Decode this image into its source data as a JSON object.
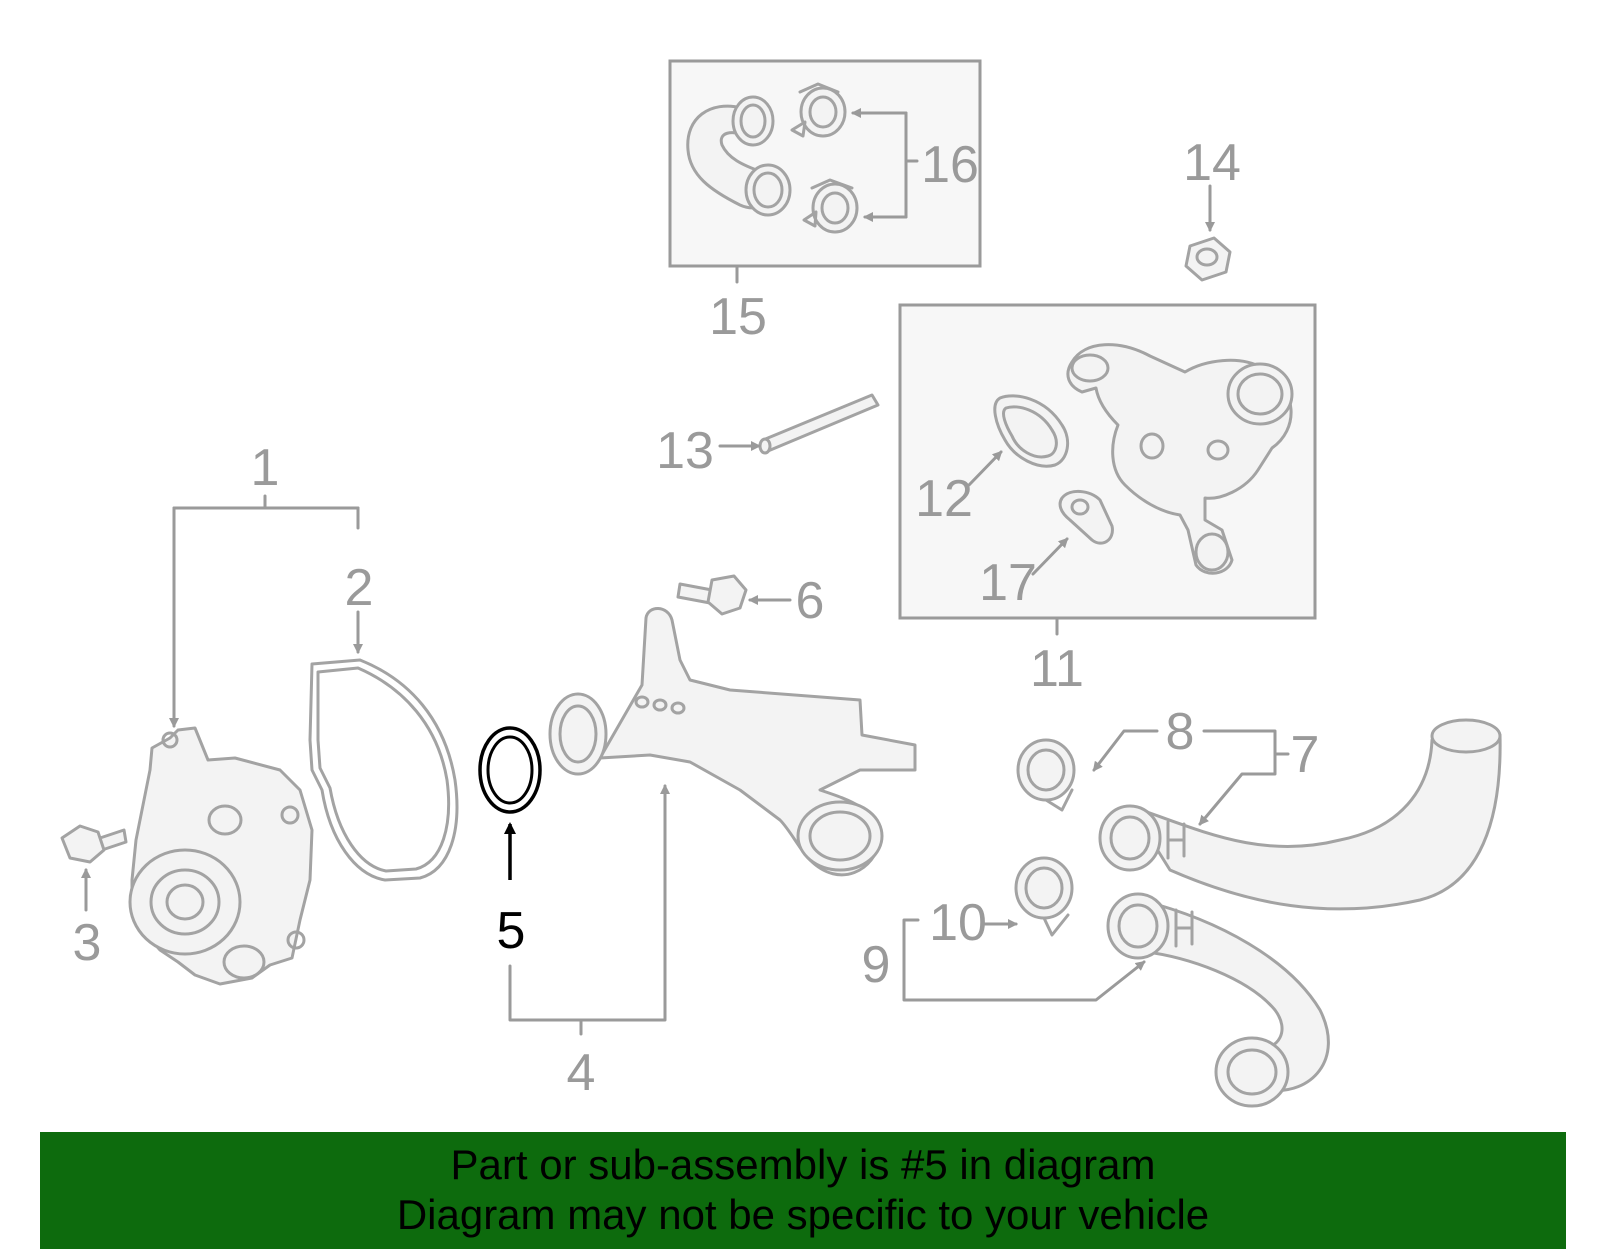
{
  "callouts": {
    "c1": "1",
    "c2": "2",
    "c3": "3",
    "c4": "4",
    "c5": "5",
    "c6": "6",
    "c7": "7",
    "c8": "8",
    "c9": "9",
    "c10": "10",
    "c11": "11",
    "c12": "12",
    "c13": "13",
    "c14": "14",
    "c15": "15",
    "c16": "16",
    "c17": "17"
  },
  "highlighted_part": "5",
  "colors": {
    "highlight": "#000000",
    "lines": "#9a9a9a",
    "banner_background": "#0d6b0d"
  },
  "banner": {
    "line1": "Part or sub-assembly is #5 in diagram",
    "line2": "Diagram may not be specific to your vehicle"
  }
}
